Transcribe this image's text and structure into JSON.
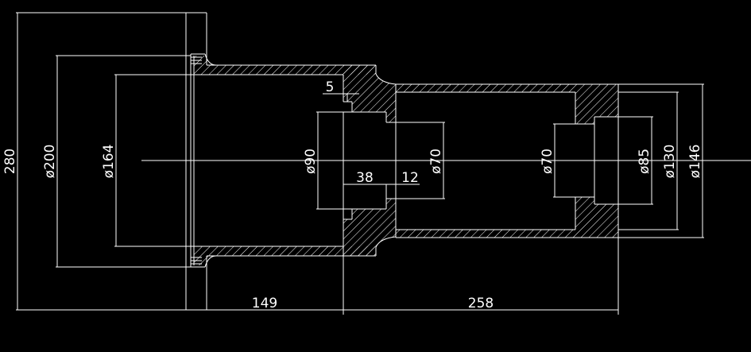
{
  "drawing": {
    "background": "#000000",
    "line_color": "#ffffff",
    "dimensions": {
      "d280": "280",
      "d200": "ø200",
      "d164": "ø164",
      "d90": "ø90",
      "d70_left": "ø70",
      "d70_right": "ø70",
      "d85": "ø85",
      "d130": "ø130",
      "d146": "ø146",
      "l5": "5",
      "l38": "38",
      "l12": "12",
      "l149": "149",
      "l258": "258"
    }
  }
}
